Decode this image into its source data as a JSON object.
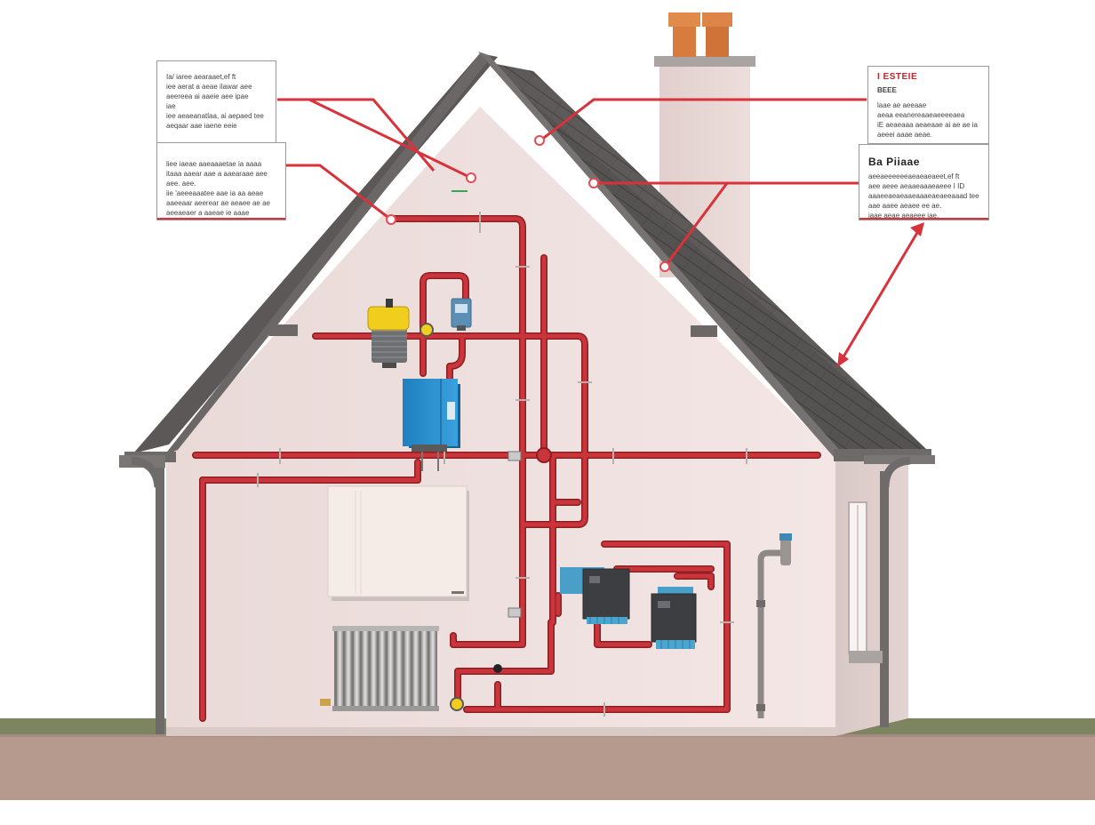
{
  "title": "",
  "callouts": {
    "left_top": {
      "lines": [
        "Ia/ iaree aearaaet,ef ft",
        "iee aerat a aeae ilawar aee",
        "aeereea ai aaeie aee ipae",
        "iae",
        "iee aeaeanatlaa, ai aepaed tee",
        "aeqaar aae iaene eeie"
      ]
    },
    "left_bottom": {
      "lines": [
        "liee iaeae aaeaaaetae ia aaaa",
        "itaaa aaear aae a aaearaae aee",
        "aee. aee.",
        "iie 'aeeeaaatee aae ia aa aeae",
        "aaeeaar aeerear ae aeaee ae ae",
        "aeeaeaer a aaeae ie aaae"
      ]
    },
    "right_top": {
      "title": "I ESTEIE",
      "subtitle": "BEEE",
      "lines": [
        "laae ae aeeaae",
        "aeaa eeanereaaeaeeeeaea",
        "iE aeaeaaa aeaeaae ai ae ae ia",
        "aeeei aaae aeae."
      ]
    },
    "right_bottom": {
      "title": "Ba  Piiaae",
      "lines": [
        "aeeaeeeeeeaeaeaeaeet,ef ft",
        "aee aeee aeaaeaaaeaeee I ID",
        "aaaeeaeaeaaeaaaeaeaeeaaad tee",
        "aae aaee aeaee ee ae.",
        "iaae aeae aeaeee iae."
      ]
    }
  },
  "colors": {
    "pipe_red": "#c0292d",
    "pipe_dark": "#8e1e22",
    "wall": "#eedfdd",
    "roof": "#5e5b5a",
    "ground": "#b79a8f",
    "grass": "#7d8460",
    "boiler_blue": "#2b8ed0",
    "tank_yellow": "#f1cd1d",
    "callout_red": "#d8323a"
  },
  "icons": [
    "chimney-icon",
    "radiator-icon",
    "boiler-icon",
    "expansion-tank-icon",
    "pump-unit-icon",
    "pressure-gauge-icon",
    "valve-icon",
    "downpipe-icon",
    "window-icon"
  ]
}
